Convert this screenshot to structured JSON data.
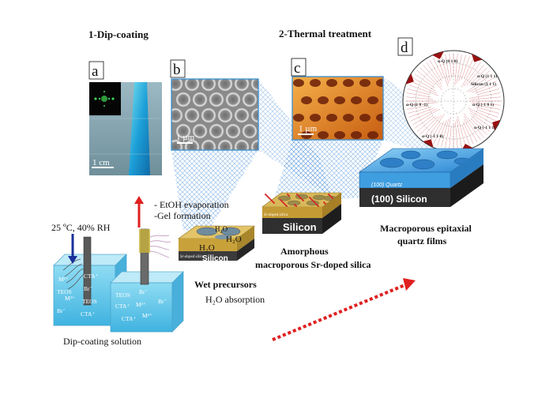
{
  "steps": {
    "dip_coating": "1-Dip-coating",
    "thermal_treatment": "2-Thermal treatment"
  },
  "panels": {
    "a": "a",
    "b": "b",
    "c": "c",
    "d": "d"
  },
  "scale_bars": {
    "a": "1 cm",
    "b": "1 µm",
    "c": "1 µm"
  },
  "pole_figure": {
    "labels": [
      "α-Q (0 1 0)",
      "α-Q (1 1 1)",
      "Silicon (1 1 1)",
      "α-Q (1 0 -1)",
      "α-Q (-1 0 1)",
      "α-Q (-1 1 0)",
      "α-Q (-1 1 1)"
    ]
  },
  "process": {
    "evaporation": "- EtOH evaporation",
    "gel": "-Gel formation",
    "conditions": "25 ºC, 40% RH",
    "solution_label": "Dip-coating solution"
  },
  "bath": {
    "left_species": [
      "M²⁺",
      "CTA⁺",
      "TEOS",
      "Br⁻",
      "M²⁺",
      "TEOS",
      "Br⁻",
      "CTA⁺"
    ],
    "right_species": [
      "TEOS",
      "Br⁻",
      "CTA⁺",
      "M²⁺",
      "Br⁻",
      "M²⁺",
      "CTA⁺"
    ]
  },
  "films": {
    "wet_h2o": [
      "H₂O",
      "H₂O",
      "H₂O"
    ],
    "wet_layer": "Sr-doped silica",
    "wet_substrate": "Silicon",
    "wet_title": "Wet precursors",
    "wet_subtitle": "H₂O absorption",
    "amorphous_substrate": "Silicon",
    "amorphous_layer": "Sr-doped silica",
    "amorphous_title_1": "Amorphous",
    "amorphous_title_2": "macroporous Sr-doped silica",
    "quartz_layer": "(100) Quartz",
    "quartz_substrate": "(100) Silicon",
    "quartz_title_1": "Macroporous epitaxial",
    "quartz_title_2": "quartz films"
  },
  "colors": {
    "panel_border": "#3a8fd0",
    "arrow_red": "#e02020",
    "bath_blue": "#5fc8ea",
    "quartz_blue": "#4aa8e6"
  }
}
